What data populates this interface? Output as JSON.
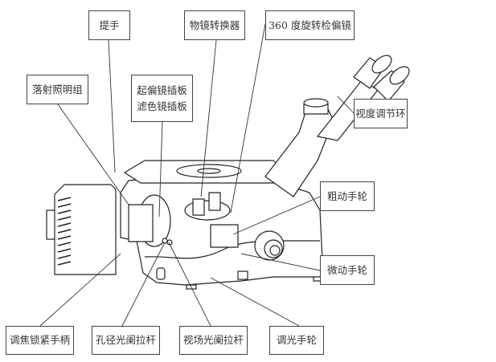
{
  "title": "倒置金相显微镜部件示意图",
  "labels": {
    "handle": "提手",
    "nosepiece": "物镜转换器",
    "analyzer": "360 度旋转检偏镜",
    "epi_illuminator": "落射照明组",
    "polarizer_slot": "起偏镜插板",
    "filter_slot": "滤色镜插板",
    "diopter_ring": "视度调节环",
    "coarse_knob": "粗动手轮",
    "fine_knob": "微动手轮",
    "focus_lock": "调焦锁紧手柄",
    "aperture_lever": "孔径光阑拉杆",
    "field_lever": "视场光阑拉杆",
    "brightness_knob": "调光手轮"
  }
}
